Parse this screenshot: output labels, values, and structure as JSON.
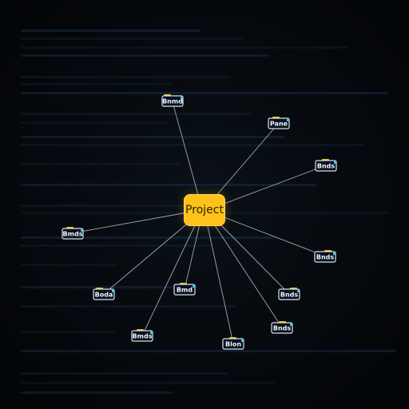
{
  "center": {
    "label": "Project"
  },
  "nodes": [
    {
      "id": "n1",
      "label": "Bnmd"
    },
    {
      "id": "n2",
      "label": "Pane"
    },
    {
      "id": "n3",
      "label": "Bnds"
    },
    {
      "id": "n4",
      "label": "Bmds"
    },
    {
      "id": "n5",
      "label": "Bnds"
    },
    {
      "id": "n6",
      "label": "Boda"
    },
    {
      "id": "n7",
      "label": "Bmd"
    },
    {
      "id": "n8",
      "label": "Bnds"
    },
    {
      "id": "n9",
      "label": "Bmds"
    },
    {
      "id": "n10",
      "label": "Blon"
    },
    {
      "id": "n11",
      "label": "Bnds"
    }
  ],
  "colors": {
    "background": "#04070b",
    "center_fill": "#ffc21a",
    "edge": "#d7e3ee",
    "node_border": "#d6e3f0",
    "node_tab": "#f2bd12",
    "node_accent": "#41c7e9"
  }
}
